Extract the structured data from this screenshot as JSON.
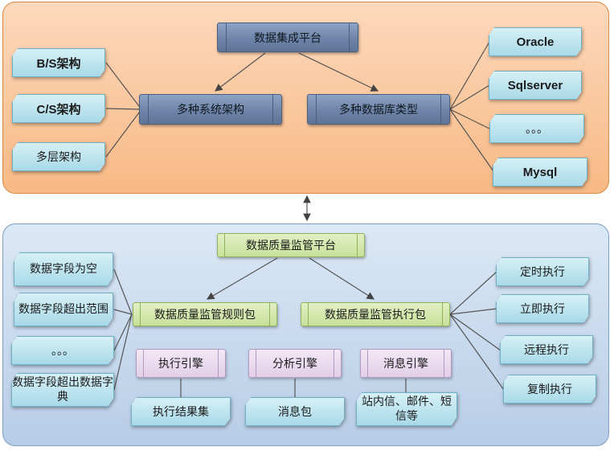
{
  "integration": {
    "title": "数据集成平台",
    "arch_hub": "多种系统架构",
    "db_hub": "多种数据库类型",
    "architectures": [
      "B/S架构",
      "C/S架构",
      "多层架构"
    ],
    "databases": [
      "Oracle",
      "Sqlserver",
      "。。。",
      "Mysql"
    ]
  },
  "quality": {
    "title": "数据质量监管平台",
    "rule_pkg": "数据质量监管规则包",
    "exec_pkg": "数据质量监管执行包",
    "rules": [
      "数据字段为空",
      "数据字段超出范围",
      "。。。",
      "数据字段超出数据字典"
    ],
    "exec_modes": [
      "定时执行",
      "立即执行",
      "远程执行",
      "复制执行"
    ],
    "engines": [
      "执行引擎",
      "分析引擎",
      "消息引擎"
    ],
    "outputs": [
      "执行结果集",
      "消息包",
      "站内信、邮件、短信等"
    ]
  },
  "colors": {
    "top_panel": "#f7b985",
    "bottom_panel": "#b7cde6",
    "navy_box": "#6d84a8",
    "green_box": "#c8e09a",
    "lilac_box": "#e1cfe7",
    "tag_box": "#a8d9e8",
    "connector": "#555555"
  }
}
